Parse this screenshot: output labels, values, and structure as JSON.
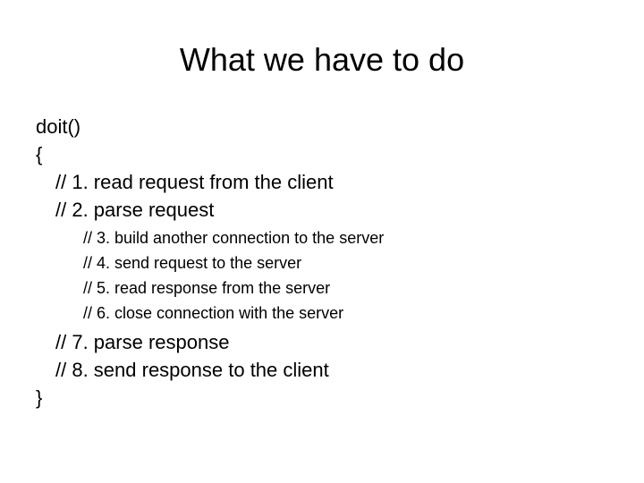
{
  "slide": {
    "title": "What we have to do",
    "background_color": "#ffffff",
    "text_color": "#000000",
    "body": [
      {
        "text": "doit()",
        "indent": 0
      },
      {
        "text": "{",
        "indent": 0
      },
      {
        "text": "// 1. read request from the client",
        "indent": 1
      },
      {
        "text": "// 2. parse request",
        "indent": 1
      },
      {
        "text": "// 3. build another connection to the server",
        "indent": 2
      },
      {
        "text": "// 4. send request to the server",
        "indent": 2
      },
      {
        "text": "// 5. read response from the server",
        "indent": 2
      },
      {
        "text": "// 6. close connection with the server",
        "indent": 2
      },
      {
        "text": "// 7. parse response",
        "indent": 1
      },
      {
        "text": "// 8. send response to the client",
        "indent": 1
      },
      {
        "text": "}",
        "indent": 0
      }
    ]
  }
}
